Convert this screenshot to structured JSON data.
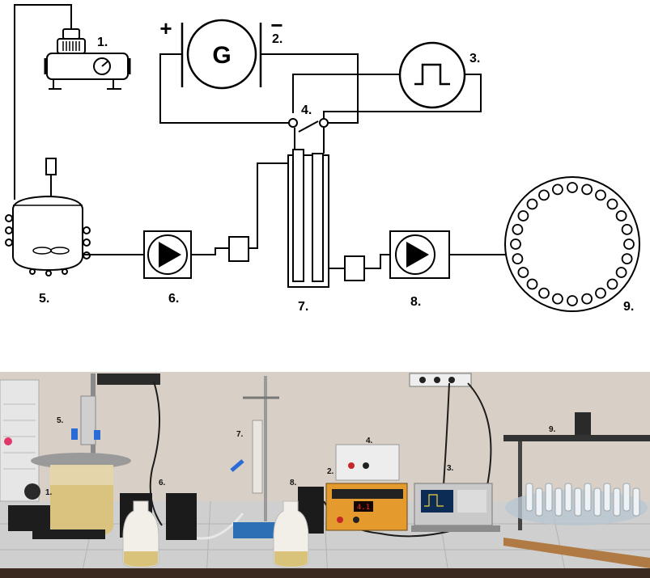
{
  "schematic": {
    "labels": {
      "air_pump": "1.",
      "power_source": "2.",
      "signal_generator": "3.",
      "switch": "4.",
      "reactor": "5.",
      "pump_in": "6.",
      "cell": "7.",
      "pump_out": "8.",
      "sampler": "9."
    },
    "generator_symbol": "G",
    "plus_sign": "+",
    "minus_sign": "−"
  },
  "photo": {
    "labels": {
      "air_pump": "1.",
      "power_source": "2.",
      "signal_generator": "3.",
      "switch": "4.",
      "reactor": "5.",
      "pump_in": "6.",
      "cell": "7.",
      "pump_out": "8.",
      "sampler": "9."
    },
    "display_value": "4.1"
  },
  "colors": {
    "line": "#000000",
    "liquid": "#d9c27a",
    "wall": "#d8d0c6",
    "table": "#cfcfcf"
  }
}
